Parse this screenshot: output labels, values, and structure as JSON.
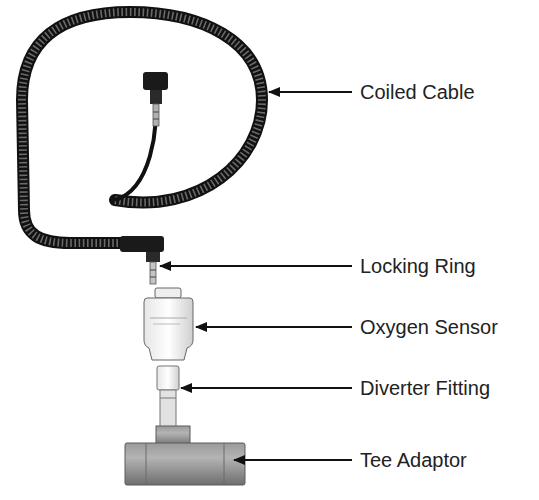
{
  "diagram": {
    "labels": [
      "Coiled Cable",
      "Locking Ring",
      "Oxygen Sensor",
      "Diverter Fitting",
      "Tee Adaptor"
    ]
  }
}
